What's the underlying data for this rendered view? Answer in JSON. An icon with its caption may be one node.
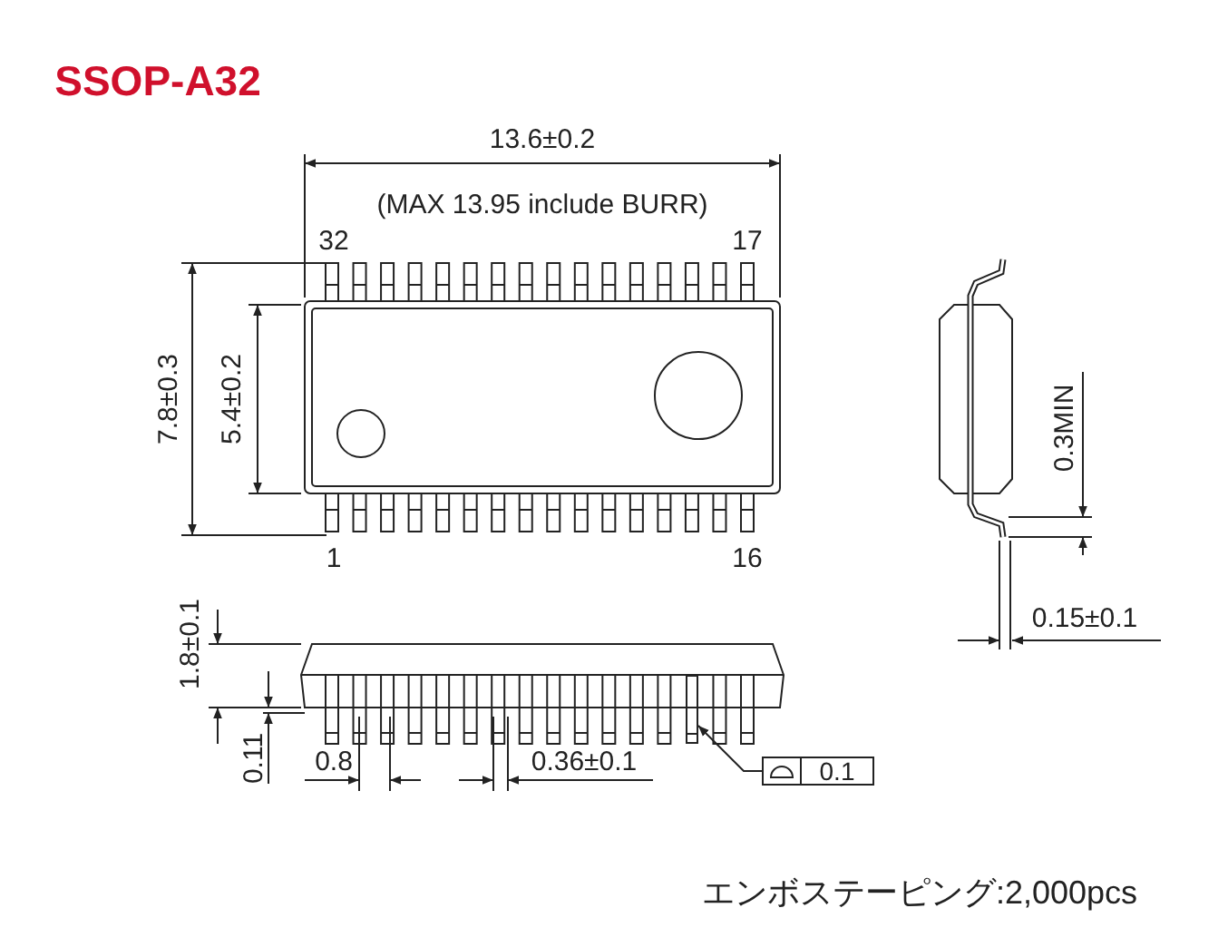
{
  "diagram": {
    "title": "SSOP-A32",
    "nodes": [
      {
        "text": [
          "0.1"
        ]
      },
      {
        "text": [],
        "shape": "box"
      }
    ],
    "edges": [
      {
        "from": 0,
        "to": 1,
        "arrow": "to"
      }
    ],
    "labels": [
      "13.6±0.2",
      "(MAX 13.95 include BURR)",
      "32",
      "17",
      "7.8±0.3",
      "5.4±0.2",
      "1",
      "16",
      "0.3MIN",
      "0.15±0.1",
      "1.8±0.1",
      "0.11",
      "0.8",
      "0.36±0.1",
      "エンボステーピング:2,000pcs"
    ]
  }
}
